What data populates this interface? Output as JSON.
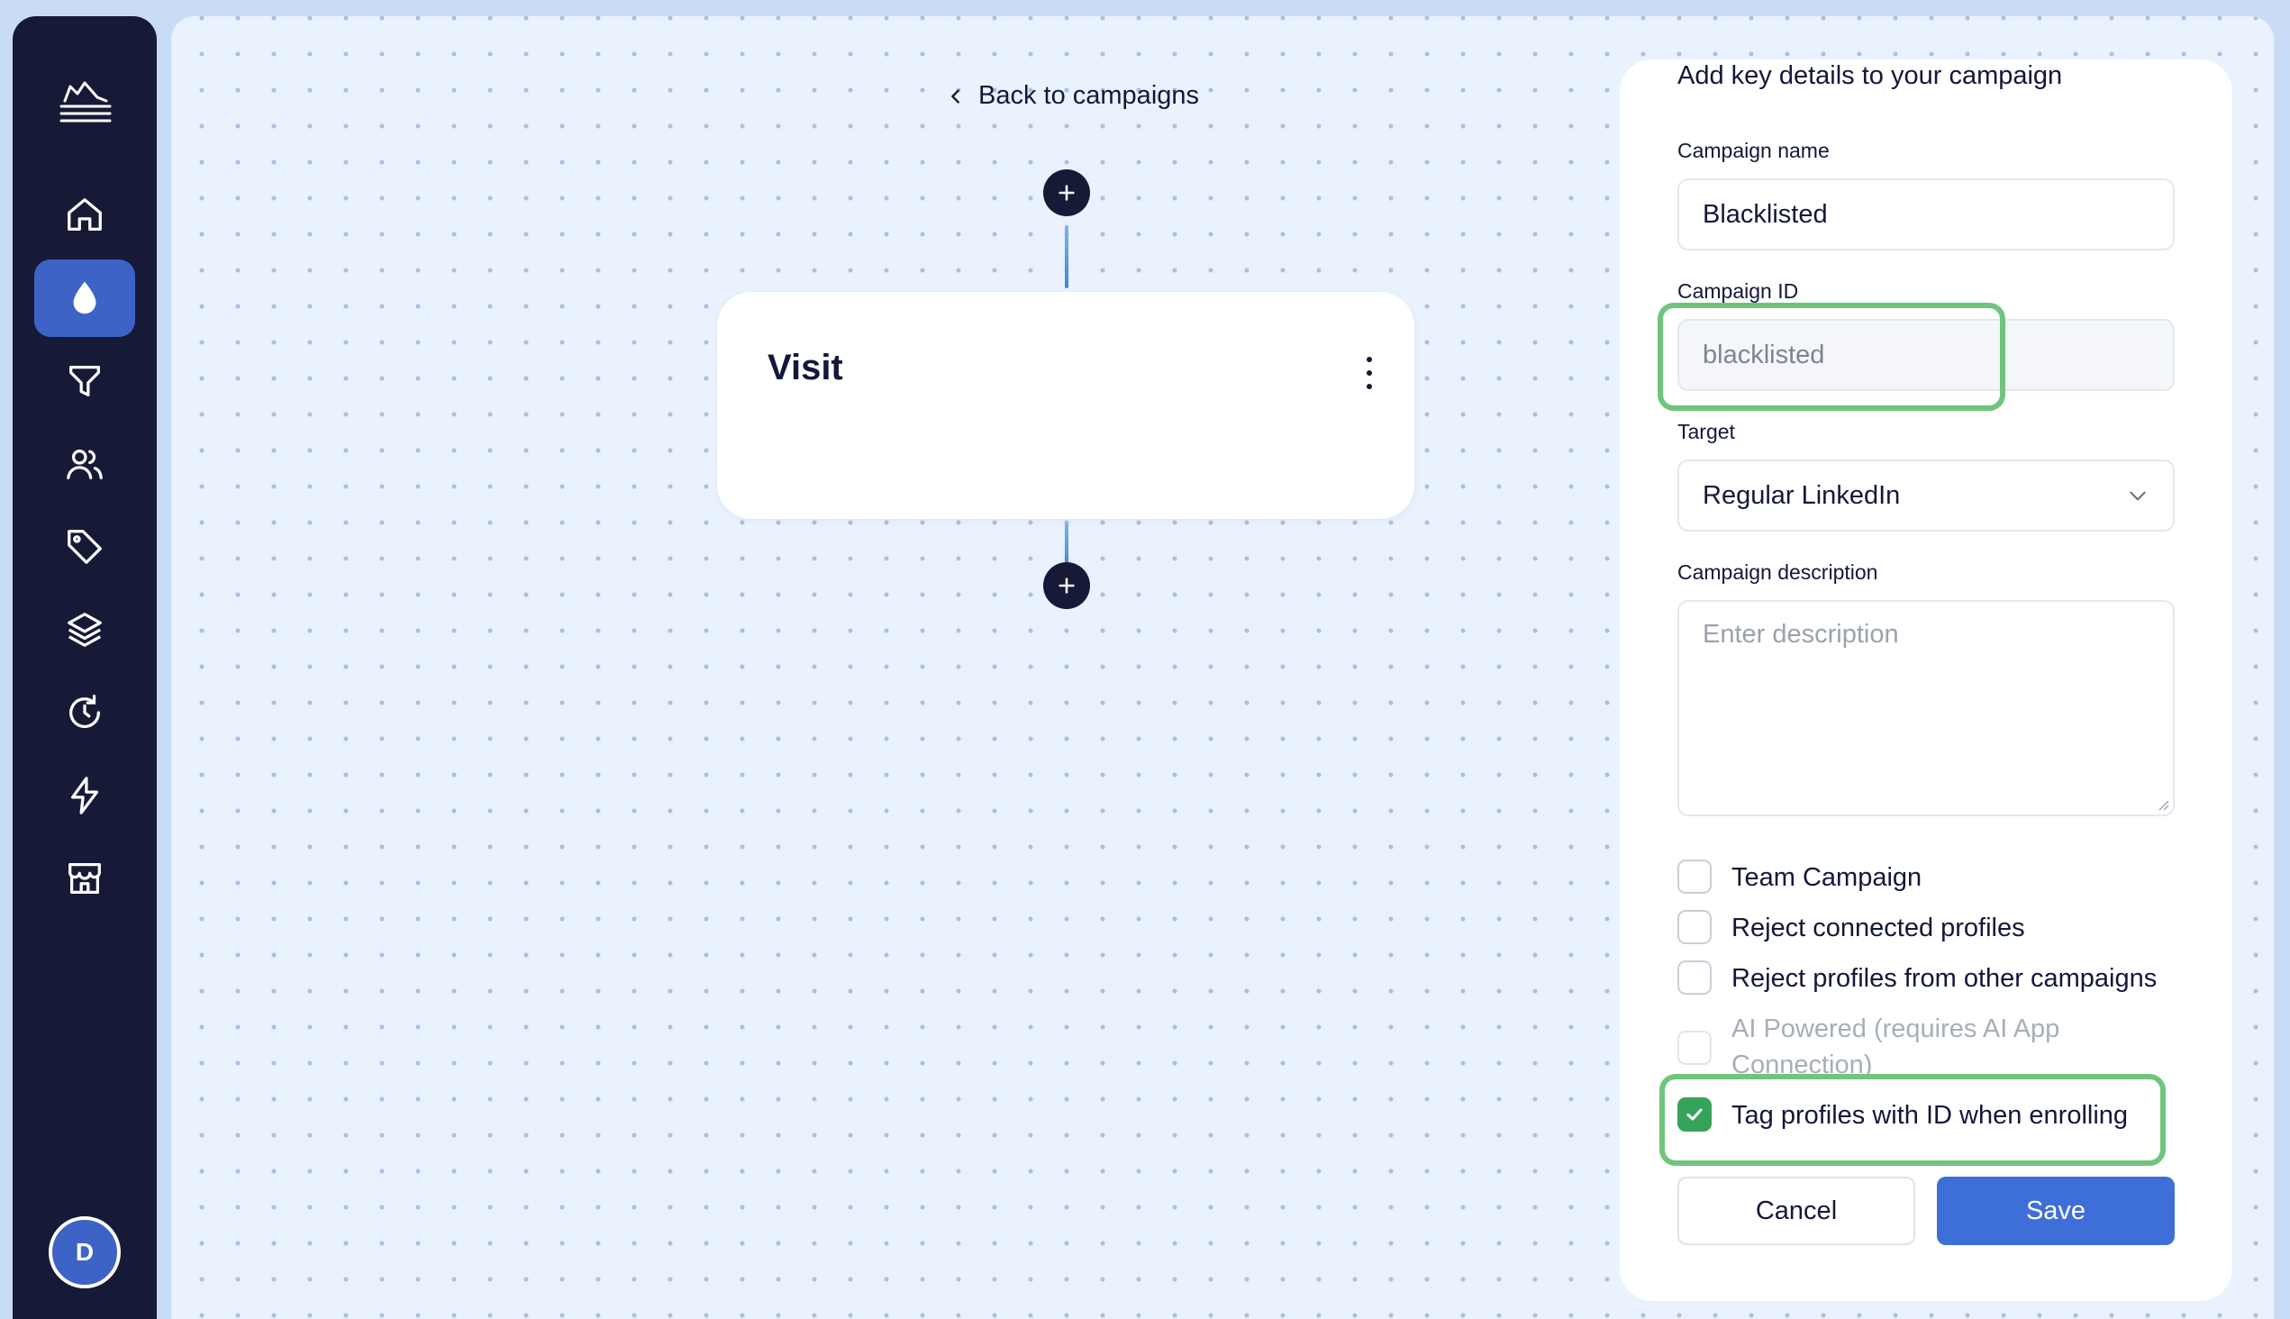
{
  "sidebar": {
    "items": [
      {
        "icon": "home-icon",
        "active": false
      },
      {
        "icon": "drop-icon",
        "active": true
      },
      {
        "icon": "funnel-icon",
        "active": false
      },
      {
        "icon": "users-icon",
        "active": false
      },
      {
        "icon": "tag-icon",
        "active": false
      },
      {
        "icon": "layers-icon",
        "active": false
      },
      {
        "icon": "history-icon",
        "active": false
      },
      {
        "icon": "lightning-icon",
        "active": false
      },
      {
        "icon": "store-icon",
        "active": false
      }
    ],
    "avatar_initial": "D"
  },
  "canvas": {
    "back_label": "Back to campaigns",
    "node": {
      "title": "Visit"
    }
  },
  "panel": {
    "heading": "Add key details to your campaign",
    "campaign_name": {
      "label": "Campaign name",
      "value": "Blacklisted"
    },
    "campaign_id": {
      "label": "Campaign ID",
      "value": "blacklisted"
    },
    "target": {
      "label": "Target",
      "value": "Regular LinkedIn"
    },
    "description": {
      "label": "Campaign description",
      "placeholder": "Enter description"
    },
    "options": [
      {
        "label": "Team Campaign",
        "checked": false,
        "disabled": false
      },
      {
        "label": "Reject connected profiles",
        "checked": false,
        "disabled": false
      },
      {
        "label": "Reject profiles from other campaigns",
        "checked": false,
        "disabled": false
      },
      {
        "label": "AI Powered (requires AI App Connection)",
        "checked": false,
        "disabled": true
      },
      {
        "label": "Tag profiles with ID when enrolling",
        "checked": true,
        "disabled": false
      }
    ],
    "cancel_label": "Cancel",
    "save_label": "Save"
  },
  "colors": {
    "sidebar_bg": "#161a36",
    "accent": "#3e6fd8",
    "highlight": "#6fc57c",
    "checked": "#35a35a"
  }
}
